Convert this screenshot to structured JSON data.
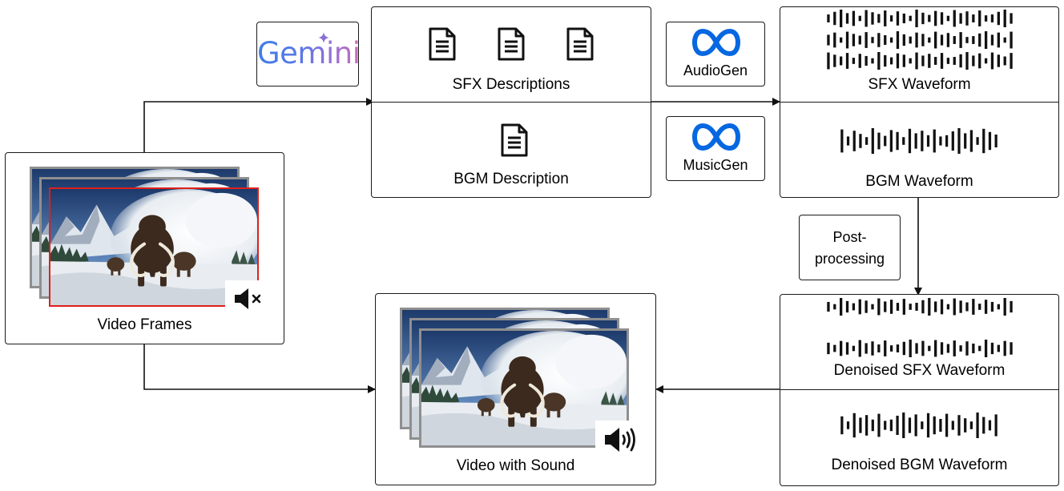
{
  "nodes": {
    "video_frames": "Video Frames",
    "sfx_descriptions": "SFX Descriptions",
    "bgm_description": "BGM Description",
    "sfx_waveform": "SFX Waveform",
    "bgm_waveform": "BGM Waveform",
    "denoised_sfx_waveform": "Denoised SFX Waveform",
    "denoised_bgm_waveform": "Denoised BGM Waveform",
    "video_with_sound": "Video with Sound"
  },
  "models": {
    "gemini": "Gemini",
    "audiogen": "AudioGen",
    "musicgen": "MusicGen",
    "postprocessing_line1": "Post-",
    "postprocessing_line2": "processing"
  },
  "icons": {
    "document": "document-icon",
    "waveform": "waveform-icon",
    "meta_logo": "meta-logo-icon",
    "speaker_muted": "speaker-muted-icon",
    "speaker_on": "speaker-on-icon",
    "gemini_sparkle": "sparkle-icon"
  },
  "colors": {
    "selected_frame": "#e0201b",
    "frame_border": "#8f8f8f",
    "meta_blue": "#0668e1"
  }
}
